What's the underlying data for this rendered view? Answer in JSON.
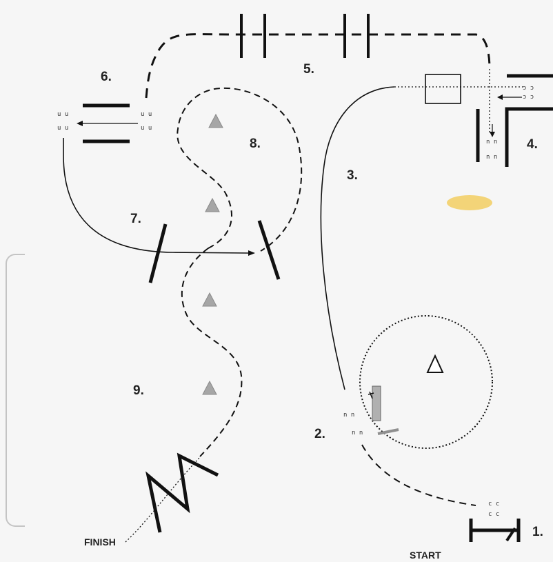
{
  "diagram": {
    "station_labels": [
      "1.",
      "2.",
      "3.",
      "4.",
      "5.",
      "6.",
      "7.",
      "8.",
      "9."
    ],
    "start_label": "START",
    "finish_label": "FINISH",
    "footprint_marks": {
      "down": "u u",
      "up": "n n",
      "side": "c c",
      "side_reverse": "ɔ ɔ"
    },
    "colors": {
      "background": "#f6f6f6",
      "ink": "#111111",
      "cone_fill": "#a6a6a6",
      "highlight": "#f3d06a",
      "sidebar_border": "#bdbdbd"
    },
    "icons": {
      "cone": "gray-triangle-icon",
      "center_marker": "outline-triangle-icon"
    }
  }
}
